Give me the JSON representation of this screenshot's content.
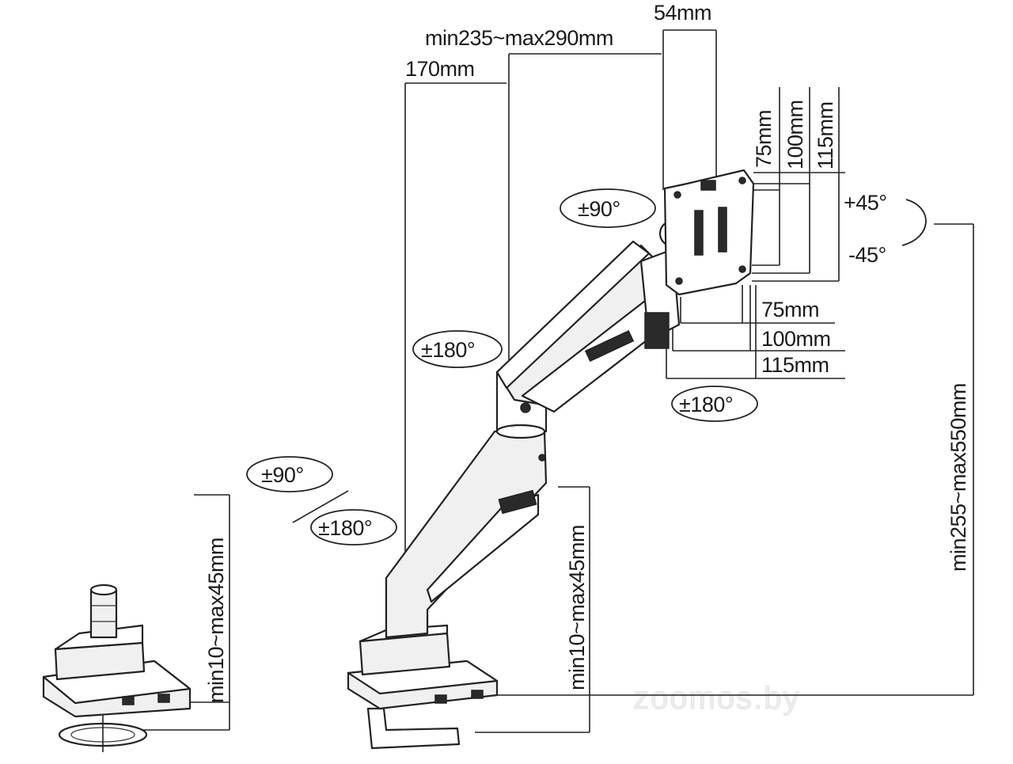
{
  "dimensions": {
    "offset_54": "54mm",
    "reach_range": "min235~max290mm",
    "arm_170": "170mm",
    "vesa_v_75": "75mm",
    "vesa_v_100": "100mm",
    "vesa_v_115": "115mm",
    "vesa_h_75": "75mm",
    "vesa_h_100": "100mm",
    "vesa_h_115": "115mm",
    "height_range": "min255~max550mm",
    "clamp_range_left": "min10~max45mm",
    "clamp_range_center": "min10~max45mm"
  },
  "rotations": {
    "head_swivel": "±90°",
    "tilt_up": "+45°",
    "tilt_down": "-45°",
    "elbow": "±180°",
    "vesa_rotate": "±180°",
    "base_swivel_90": "±90°",
    "base_swivel_180": "±180°"
  },
  "watermark": "zoomos.by",
  "colors": {
    "line": "#222222",
    "background": "#ffffff",
    "watermark": "#e6e6e6"
  }
}
